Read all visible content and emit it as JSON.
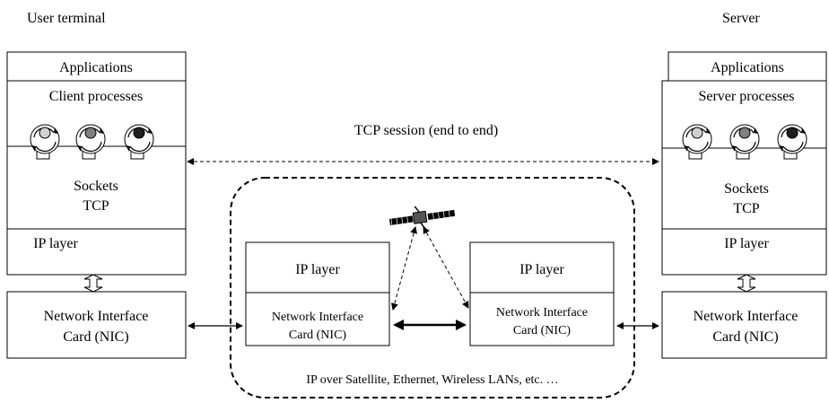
{
  "client": {
    "title": "User terminal",
    "applications": "Applications",
    "processes": "Client processes",
    "sockets": "Sockets",
    "tcp": "TCP",
    "ip_layer": "IP layer",
    "nic_line1": "Network Interface",
    "nic_line2": "Card (NIC)"
  },
  "server": {
    "title": "Server",
    "applications": "Applications",
    "processes": "Server processes",
    "sockets": "Sockets",
    "tcp": "TCP",
    "ip_layer": "IP layer",
    "nic_line1": "Network Interface",
    "nic_line2": "Card (NIC)"
  },
  "session_label": "TCP session (end to end)",
  "network": {
    "router_left": {
      "ip_layer": "IP layer",
      "nic_line1": "Network Interface",
      "nic_line2": "Card (NIC)"
    },
    "router_right": {
      "ip_layer": "IP layer",
      "nic_line1": "Network Interface",
      "nic_line2": "Card (NIC)"
    },
    "caption": "IP over Satellite, Ethernet, Wireless LANs, etc. …"
  },
  "process_dot_colors": [
    "#d0d0d0",
    "#808080",
    "#202020"
  ],
  "icons": [
    "satellite-icon",
    "process-icon"
  ]
}
